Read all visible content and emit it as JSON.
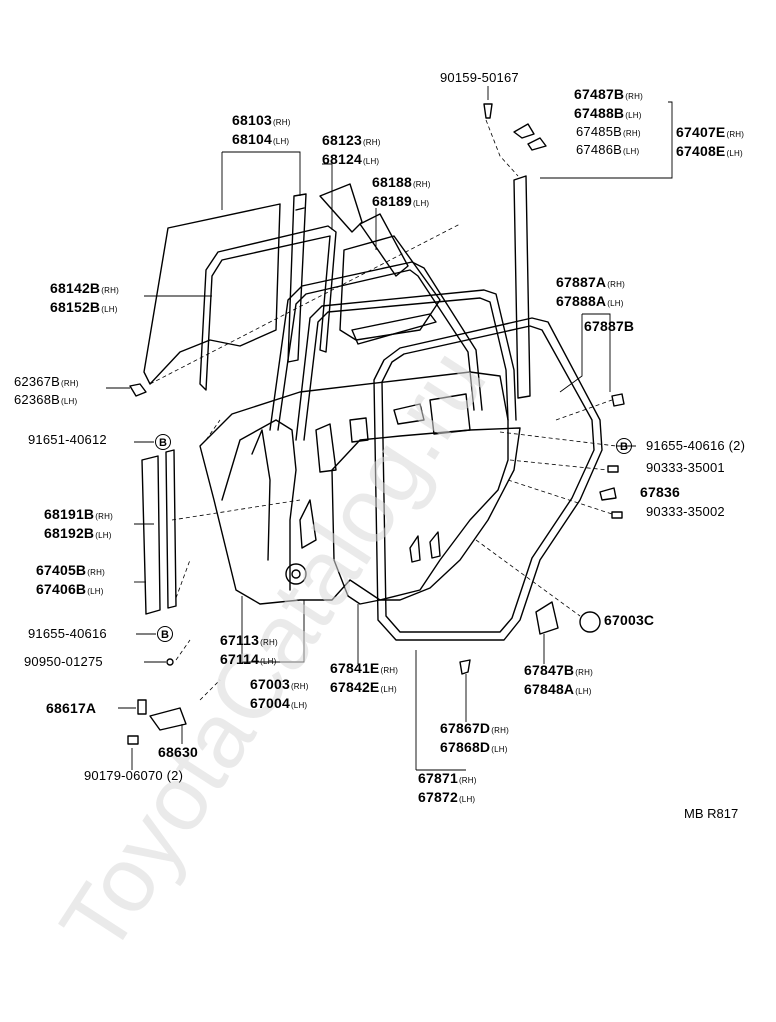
{
  "diagram": {
    "watermark": "ToyotaCatalog.ru",
    "code": "MB R817",
    "b_symbol": "B",
    "parts": [
      {
        "id": "p90159",
        "lines": [
          {
            "num": "90159-50167",
            "sfx": ""
          }
        ]
      },
      {
        "id": "p67487",
        "lines": [
          {
            "num": "67487B",
            "sfx": "(RH)"
          },
          {
            "num": "67488B",
            "sfx": "(LH)"
          }
        ]
      },
      {
        "id": "p67485",
        "lines": [
          {
            "num": "67485B",
            "sfx": "(RH)"
          },
          {
            "num": "67486B",
            "sfx": "(LH)"
          }
        ]
      },
      {
        "id": "p67407",
        "lines": [
          {
            "num": "67407E",
            "sfx": "(RH)"
          },
          {
            "num": "67408E",
            "sfx": "(LH)"
          }
        ]
      },
      {
        "id": "p68103",
        "lines": [
          {
            "num": "68103",
            "sfx": "(RH)"
          },
          {
            "num": "68104",
            "sfx": "(LH)"
          }
        ]
      },
      {
        "id": "p68123",
        "lines": [
          {
            "num": "68123",
            "sfx": "(RH)"
          },
          {
            "num": "68124",
            "sfx": "(LH)"
          }
        ]
      },
      {
        "id": "p68188",
        "lines": [
          {
            "num": "68188",
            "sfx": "(RH)"
          },
          {
            "num": "68189",
            "sfx": "(LH)"
          }
        ]
      },
      {
        "id": "p68142",
        "lines": [
          {
            "num": "68142B",
            "sfx": "(RH)"
          },
          {
            "num": "68152B",
            "sfx": "(LH)"
          }
        ]
      },
      {
        "id": "p67887A",
        "lines": [
          {
            "num": "67887A",
            "sfx": "(RH)"
          },
          {
            "num": "67888A",
            "sfx": "(LH)"
          }
        ]
      },
      {
        "id": "p67887B",
        "lines": [
          {
            "num": "67887B",
            "sfx": ""
          }
        ]
      },
      {
        "id": "p62367",
        "lines": [
          {
            "num": "62367B",
            "sfx": "(RH)"
          },
          {
            "num": "62368B",
            "sfx": "(LH)"
          }
        ]
      },
      {
        "id": "p91651",
        "lines": [
          {
            "num": "91651-40612",
            "sfx": ""
          }
        ]
      },
      {
        "id": "p91655r",
        "lines": [
          {
            "num": "91655-40616 (2)",
            "sfx": ""
          }
        ]
      },
      {
        "id": "p90333a",
        "lines": [
          {
            "num": "90333-35001",
            "sfx": ""
          }
        ]
      },
      {
        "id": "p67836",
        "lines": [
          {
            "num": "67836",
            "sfx": ""
          }
        ]
      },
      {
        "id": "p90333b",
        "lines": [
          {
            "num": "90333-35002",
            "sfx": ""
          }
        ]
      },
      {
        "id": "p68191",
        "lines": [
          {
            "num": "68191B",
            "sfx": "(RH)"
          },
          {
            "num": "68192B",
            "sfx": "(LH)"
          }
        ]
      },
      {
        "id": "p67405",
        "lines": [
          {
            "num": "67405B",
            "sfx": "(RH)"
          },
          {
            "num": "67406B",
            "sfx": "(LH)"
          }
        ]
      },
      {
        "id": "p91655l",
        "lines": [
          {
            "num": "91655-40616",
            "sfx": ""
          }
        ]
      },
      {
        "id": "p90950",
        "lines": [
          {
            "num": "90950-01275",
            "sfx": ""
          }
        ]
      },
      {
        "id": "p67113",
        "lines": [
          {
            "num": "67113",
            "sfx": "(RH)"
          },
          {
            "num": "67114",
            "sfx": "(LH)"
          }
        ]
      },
      {
        "id": "p67003",
        "lines": [
          {
            "num": "67003",
            "sfx": "(RH)"
          },
          {
            "num": "67004",
            "sfx": "(LH)"
          }
        ]
      },
      {
        "id": "p67841",
        "lines": [
          {
            "num": "67841E",
            "sfx": "(RH)"
          },
          {
            "num": "67842E",
            "sfx": "(LH)"
          }
        ]
      },
      {
        "id": "p67003C",
        "lines": [
          {
            "num": "67003C",
            "sfx": ""
          }
        ]
      },
      {
        "id": "p67847",
        "lines": [
          {
            "num": "67847B",
            "sfx": "(RH)"
          },
          {
            "num": "67848A",
            "sfx": "(LH)"
          }
        ]
      },
      {
        "id": "p68617",
        "lines": [
          {
            "num": "68617A",
            "sfx": ""
          }
        ]
      },
      {
        "id": "p68630",
        "lines": [
          {
            "num": "68630",
            "sfx": ""
          }
        ]
      },
      {
        "id": "p90179",
        "lines": [
          {
            "num": "90179-06070 (2)",
            "sfx": ""
          }
        ]
      },
      {
        "id": "p67867",
        "lines": [
          {
            "num": "67867D",
            "sfx": "(RH)"
          },
          {
            "num": "67868D",
            "sfx": "(LH)"
          }
        ]
      },
      {
        "id": "p67871",
        "lines": [
          {
            "num": "67871",
            "sfx": "(RH)"
          },
          {
            "num": "67872",
            "sfx": "(LH)"
          }
        ]
      }
    ]
  }
}
